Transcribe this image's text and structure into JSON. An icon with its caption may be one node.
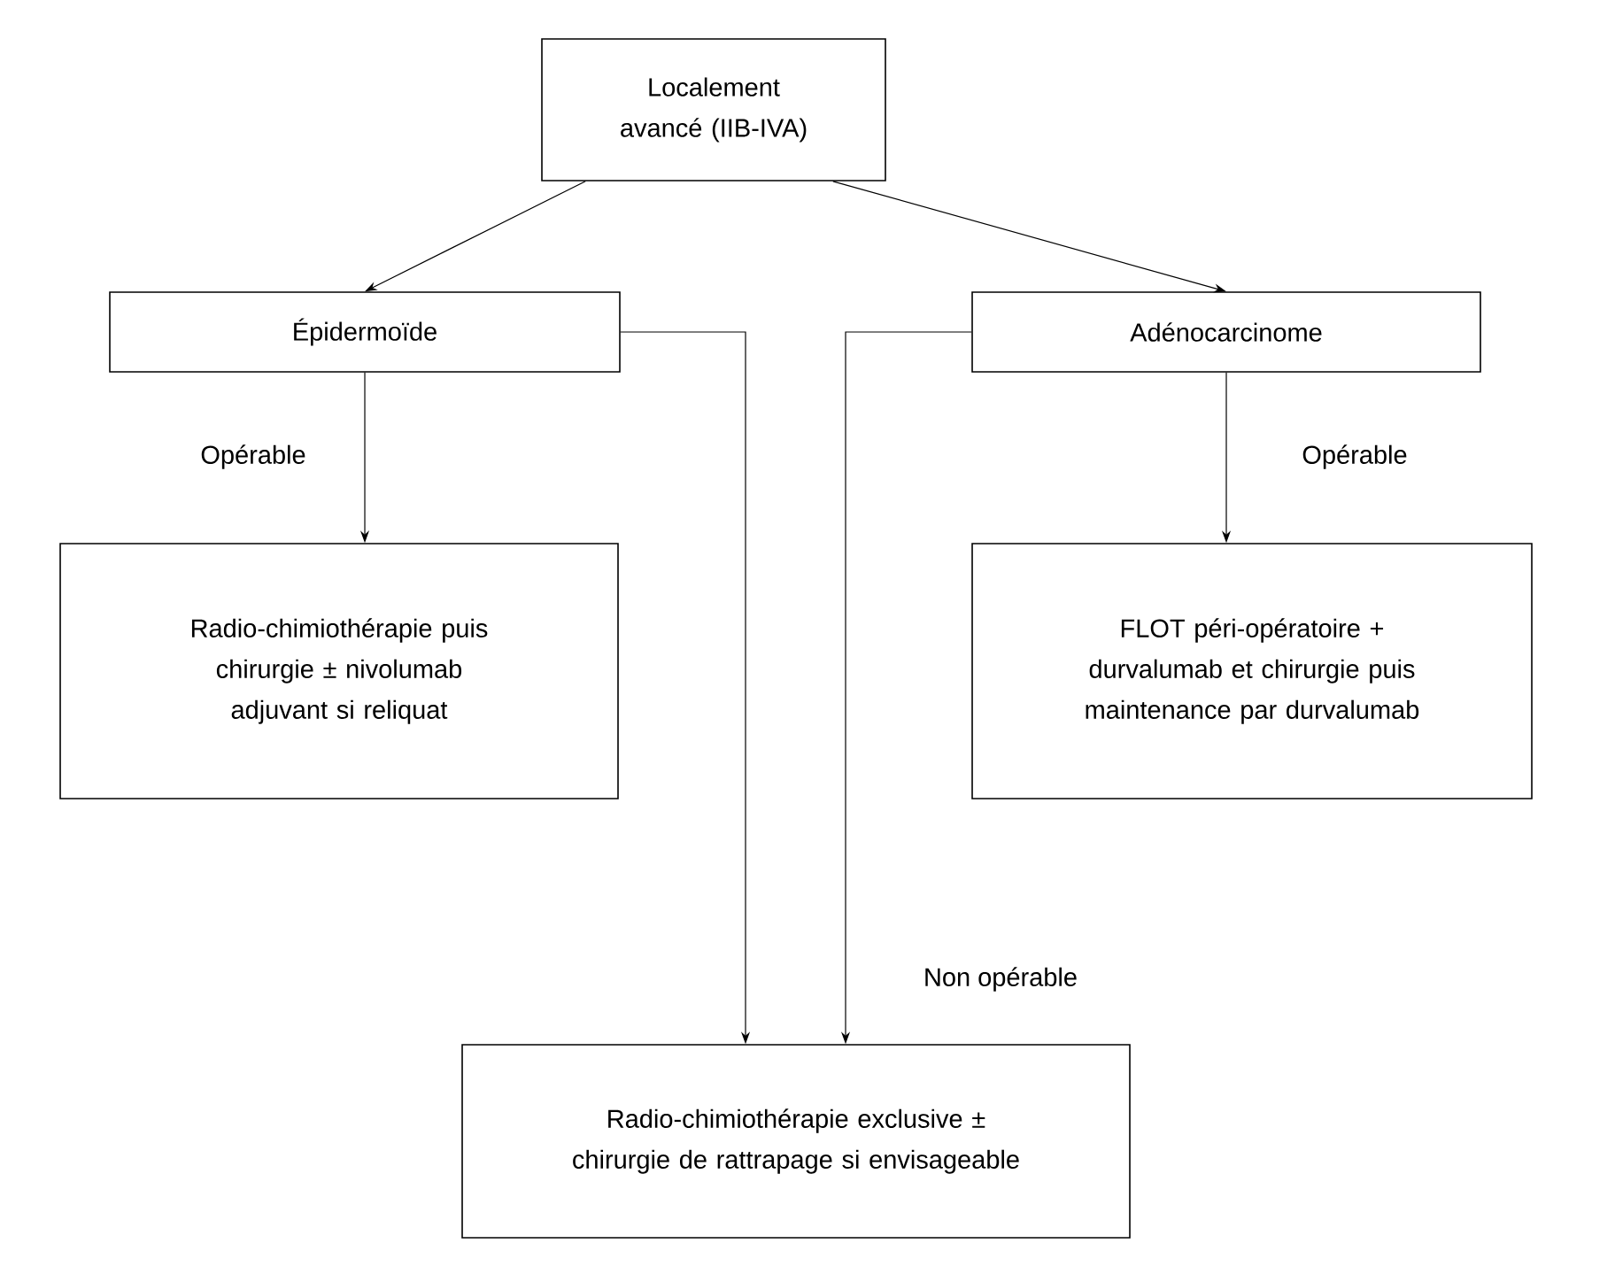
{
  "diagram": {
    "nodes": [
      {
        "text": [
          "Localement avancé (IIB-IVA)"
        ]
      },
      {
        "text": [
          "Épidermoïde"
        ]
      },
      {
        "text": [
          "Adénocarcinome"
        ]
      },
      {
        "text": [
          "Radio-chimiothérapie puis chirurgie ± nivolumab adjuvant si reliquat"
        ]
      },
      {
        "text": [
          "FLOT péri-opératoire + durvalumab et chirurgie puis maintenance par durvalumab"
        ]
      },
      {
        "text": [
          "Radio-chimiothérapie exclusive ± chirurgie de rattrapage si envisageable"
        ]
      }
    ],
    "edges": [
      {
        "from": 0,
        "to": 1,
        "arrow": "to"
      },
      {
        "from": 0,
        "to": 2,
        "arrow": "to"
      },
      {
        "from": 1,
        "to": 3,
        "arrow": "to",
        "label": "Opérable"
      },
      {
        "from": 2,
        "to": 4,
        "arrow": "to",
        "label": "Opérable"
      },
      {
        "from": 1,
        "to": 5,
        "arrow": "to"
      },
      {
        "from": 2,
        "to": 5,
        "arrow": "to",
        "label": "Non opérable"
      }
    ]
  }
}
